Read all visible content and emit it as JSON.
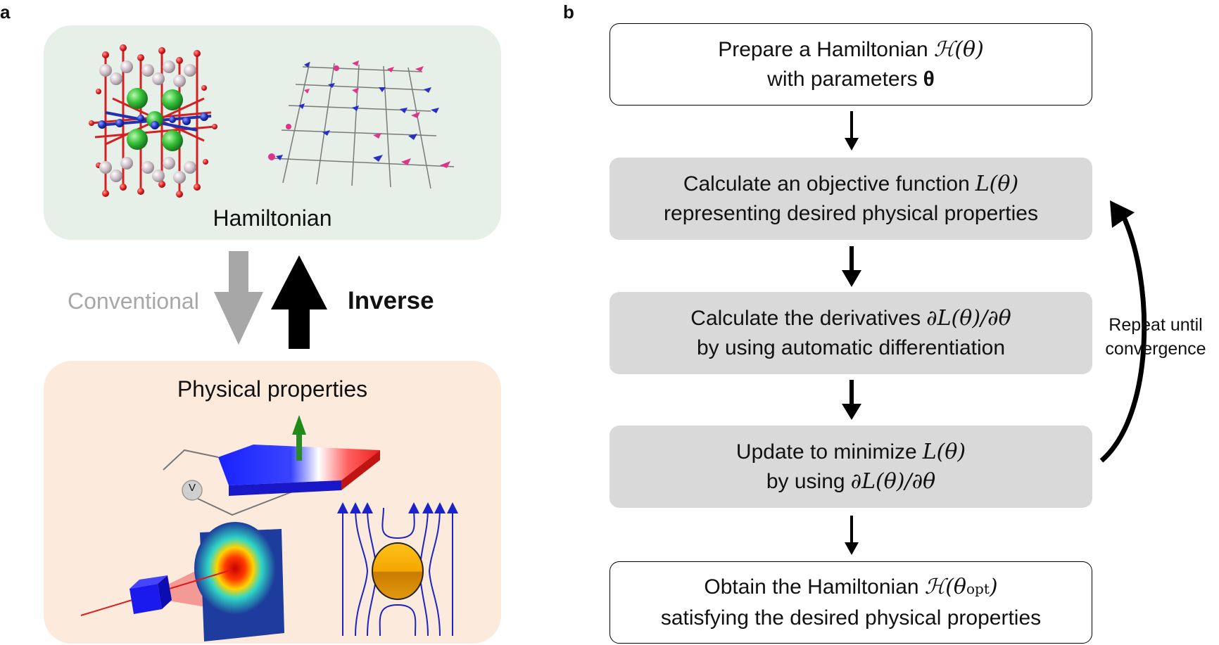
{
  "panels": {
    "a": "a",
    "b": "b"
  },
  "panel_a": {
    "hamiltonian_label": "Hamiltonian",
    "physical_properties_label": "Physical properties",
    "conventional_label": "Conventional",
    "inverse_label": "Inverse",
    "voltmeter_label": "V"
  },
  "panel_b": {
    "step1": {
      "line1": "Prepare a Hamiltonian",
      "line1_math": "ℋ(θ)",
      "line2": "with parameters",
      "line2_math": "θ"
    },
    "step2": {
      "line1": "Calculate an objective function",
      "line1_math": "L(θ)",
      "line2": "representing desired physical properties"
    },
    "step3": {
      "line1": "Calculate the derivatives",
      "line1_math": "∂L(θ)/∂θ",
      "line2": "by using automatic differentiation"
    },
    "step4": {
      "line1": "Update to minimize",
      "line1_math": "L(θ)",
      "line2": "by using",
      "line2_math": "∂L(θ)/∂θ"
    },
    "step5": {
      "line1": "Obtain the Hamiltonian",
      "line1_math": "ℋ(θ",
      "line1_sub": "opt",
      "line1_close": ")",
      "line2": "satisfying the desired physical properties"
    },
    "repeat_line1": "Repeat until",
    "repeat_line2": "convergence"
  },
  "colors": {
    "hamiltonian_bg": "#e6efe8",
    "physical_bg": "#fcebdc",
    "flow_gray": "#d9d9d9",
    "conventional_arrow": "#a7a7a7",
    "inverse_arrow": "#000000"
  }
}
